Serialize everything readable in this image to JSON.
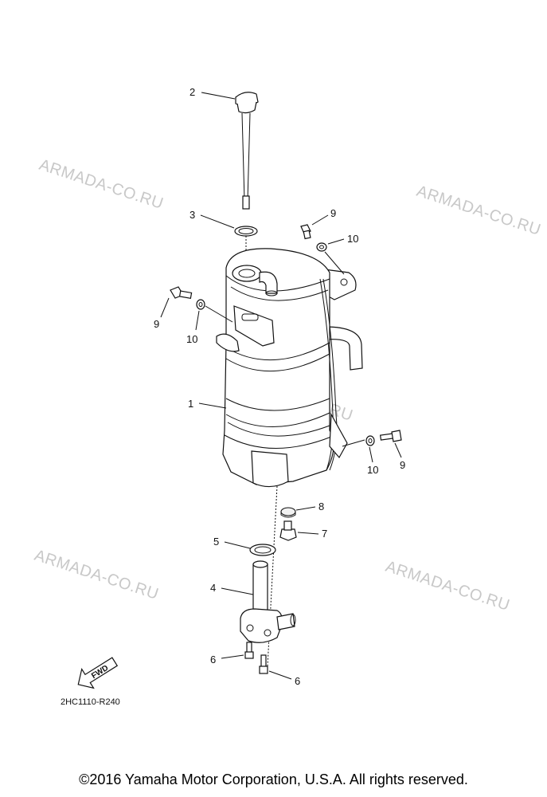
{
  "watermarks": [
    "ARMADA-CO.RU",
    "ARMADA-CO.RU",
    "ARMADA-CO.RU",
    "ARMADA-CO.RU",
    "ARMADA-CO.RU"
  ],
  "callouts": [
    "2",
    "3",
    "9",
    "10",
    "9",
    "10",
    "1",
    "10",
    "9",
    "8",
    "7",
    "5",
    "4",
    "6",
    "6"
  ],
  "fwd_label": "FWD",
  "part_code": "2HC1110-R240",
  "copyright": "©2016 Yamaha Motor Corporation, U.S.A. All rights reserved."
}
